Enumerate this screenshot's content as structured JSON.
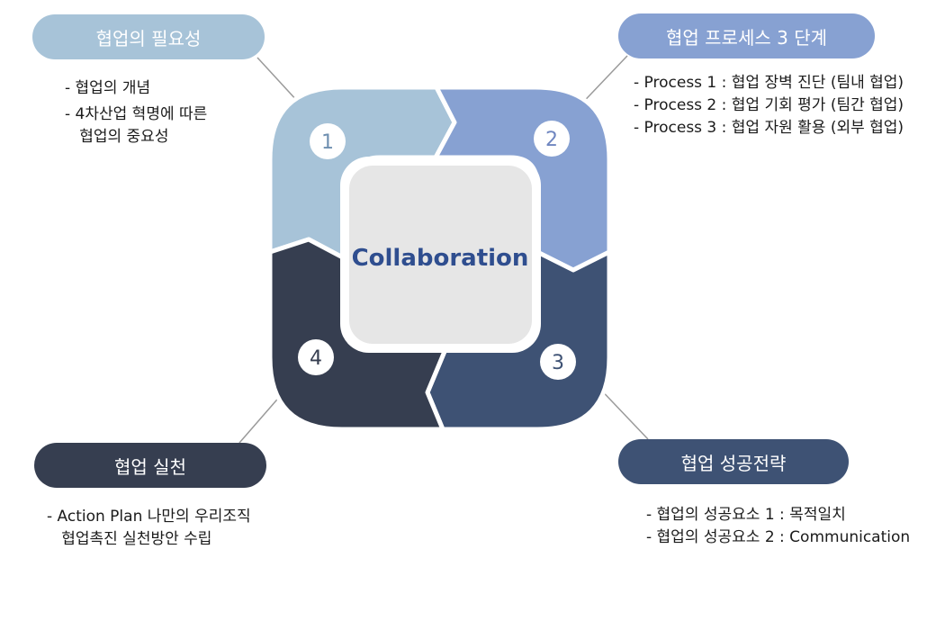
{
  "center_label": "Collaboration",
  "colors": {
    "q1": "#a7c3d8",
    "q2": "#87a1d2",
    "q3": "#3e5274",
    "q4": "#363e50",
    "center_fill": "#e6e6e6",
    "center_text": "#2f4e8f",
    "connector": "#9a9a9a"
  },
  "quadrants": [
    {
      "number": "1",
      "title": "협업의 필요성",
      "bullets": [
        "- 협업의 개념",
        "- 4차산업 혁명에 따른",
        "   협업의 중요성"
      ]
    },
    {
      "number": "2",
      "title": "협업 프로세스 3 단계",
      "bullets": [
        "- Process 1 : 협업 장벽 진단 (팀내 협업)",
        "- Process 2 : 협업 기회 평가 (팀간 협업)",
        "- Process 3 : 협업 자원 활용 (외부 협업)"
      ]
    },
    {
      "number": "3",
      "title": "협업 성공전략",
      "bullets": [
        "- 협업의 성공요소 1 : 목적일치",
        "- 협업의 성공요소 2 : Communication"
      ]
    },
    {
      "number": "4",
      "title": "협업 실천",
      "bullets": [
        "- Action Plan 나만의 우리조직",
        "   협업촉진 실천방안 수립"
      ]
    }
  ]
}
